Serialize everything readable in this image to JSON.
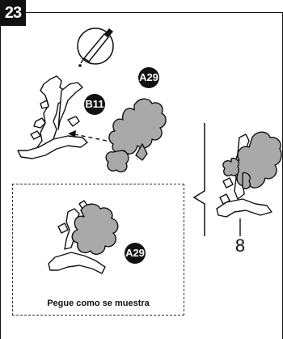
{
  "step": {
    "number": "23"
  },
  "icons": {
    "glue": "glue-tube-icon"
  },
  "parts": {
    "b11_label": "B11",
    "a29_label": "A29",
    "a29_result_label": "A29"
  },
  "result_box": {
    "caption": "Pegue como se muestra"
  },
  "assembly": {
    "quantity": "8"
  },
  "colors": {
    "piece_fill": "#a9a9a9",
    "outline": "#111111",
    "background": "#ffffff"
  }
}
